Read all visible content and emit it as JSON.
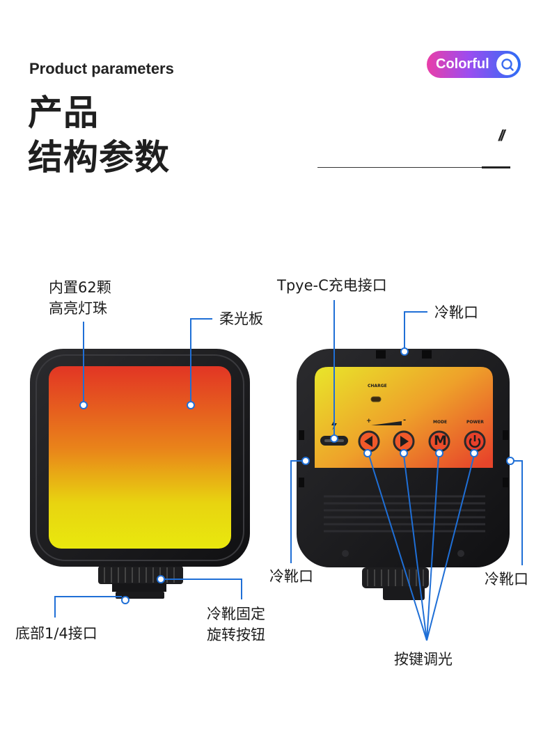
{
  "header": {
    "subtitle": "Product parameters",
    "title_line1": "产品",
    "title_line2": "结构参数",
    "badge_text": "Colorful",
    "badge_icon": "search-icon",
    "slash_mark": "//"
  },
  "left_device": {
    "labels": {
      "led_line1": "内置62颗",
      "led_line2": "高亮灯珠",
      "diffuser": "柔光板",
      "bottom_mount": "底部1/4接口",
      "knob_line1": "冷靴固定",
      "knob_line2": "旋转按钮"
    }
  },
  "right_device": {
    "labels": {
      "typec": "Tpye-C充电接口",
      "cold_shoe_top": "冷靴口",
      "cold_shoe_left": "冷靴口",
      "cold_shoe_right": "冷靴口",
      "buttons": "按键调光"
    },
    "panel": {
      "charge": "CHARGE",
      "mode": "MODE",
      "power": "POWER",
      "plus": "+",
      "minus": "-",
      "m_button": "M"
    }
  },
  "colors": {
    "accent_line": "#1f6fd6",
    "panel_top": "#e8342a",
    "panel_bottom": "#e9e40e",
    "device_body": "#1b1b1d"
  }
}
